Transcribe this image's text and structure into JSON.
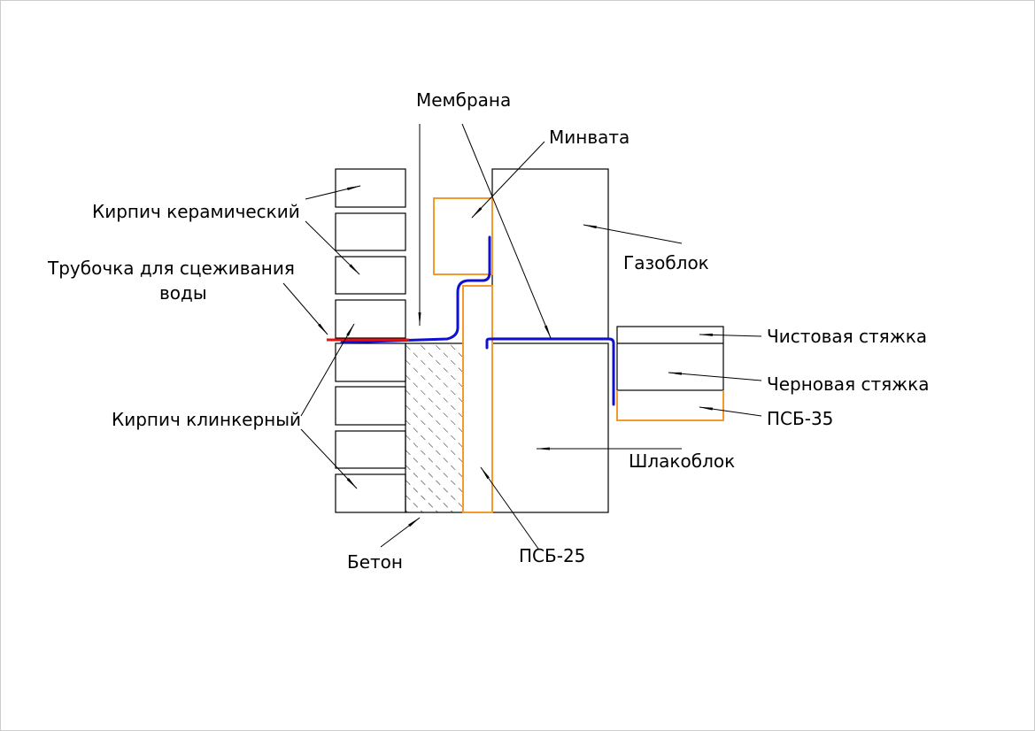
{
  "labels": {
    "membrane": "Мембрана",
    "mineral_wool": "Минвата",
    "ceramic_brick": "Кирпич керамический",
    "drain_tube_line1": "Трубочка для сцеживания",
    "drain_tube_line2": "воды",
    "aerated_block": "Газоблок",
    "finish_screed": "Чистовая стяжка",
    "rough_screed": "Черновая стяжка",
    "psb35": "ПСБ-35",
    "clinker_brick": "Кирпич клинкерный",
    "slag_block": "Шлакоблок",
    "concrete": "Бетон",
    "psb25": "ПСБ-25"
  },
  "colors": {
    "insulation": "#f39a2e",
    "membrane": "#1010d0",
    "drain_tube": "#e81010"
  }
}
